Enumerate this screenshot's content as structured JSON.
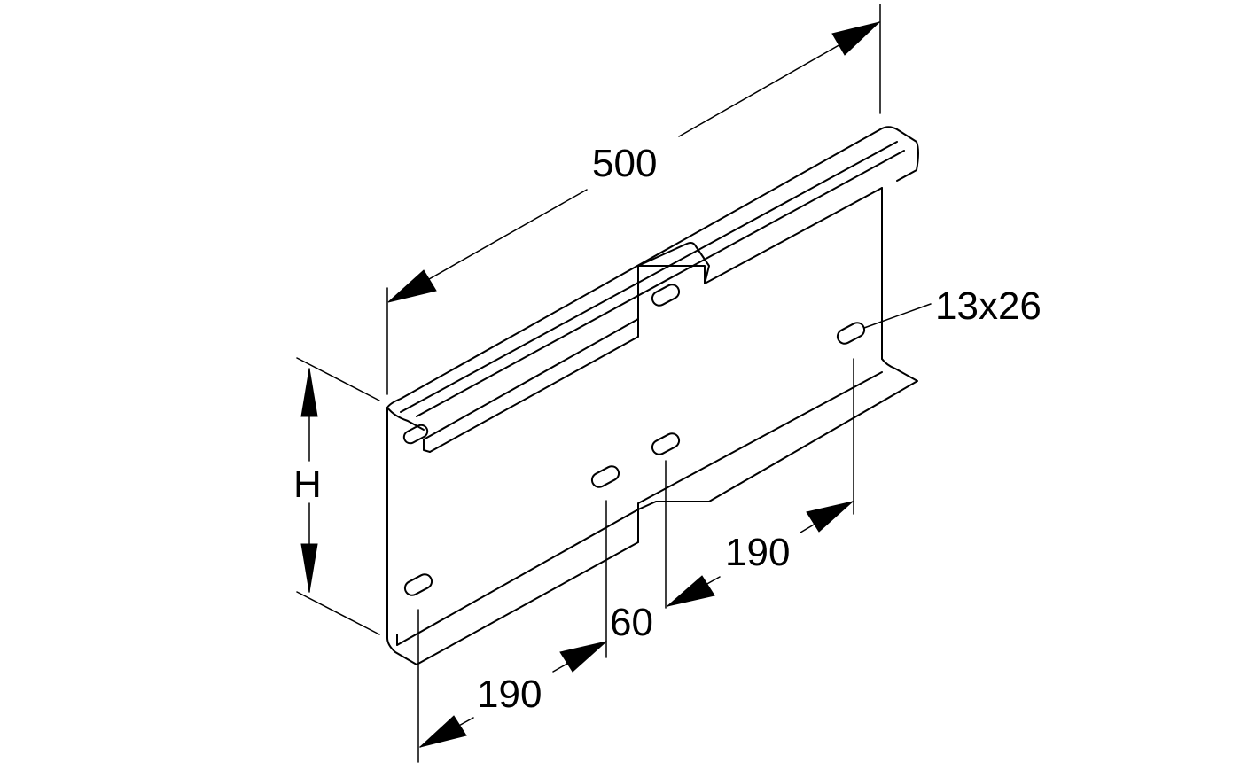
{
  "dimensions": {
    "length": "500",
    "height": "H",
    "slot": "13x26",
    "spacing_lower_left": "190",
    "spacing_center": "60",
    "spacing_lower_right": "190"
  }
}
